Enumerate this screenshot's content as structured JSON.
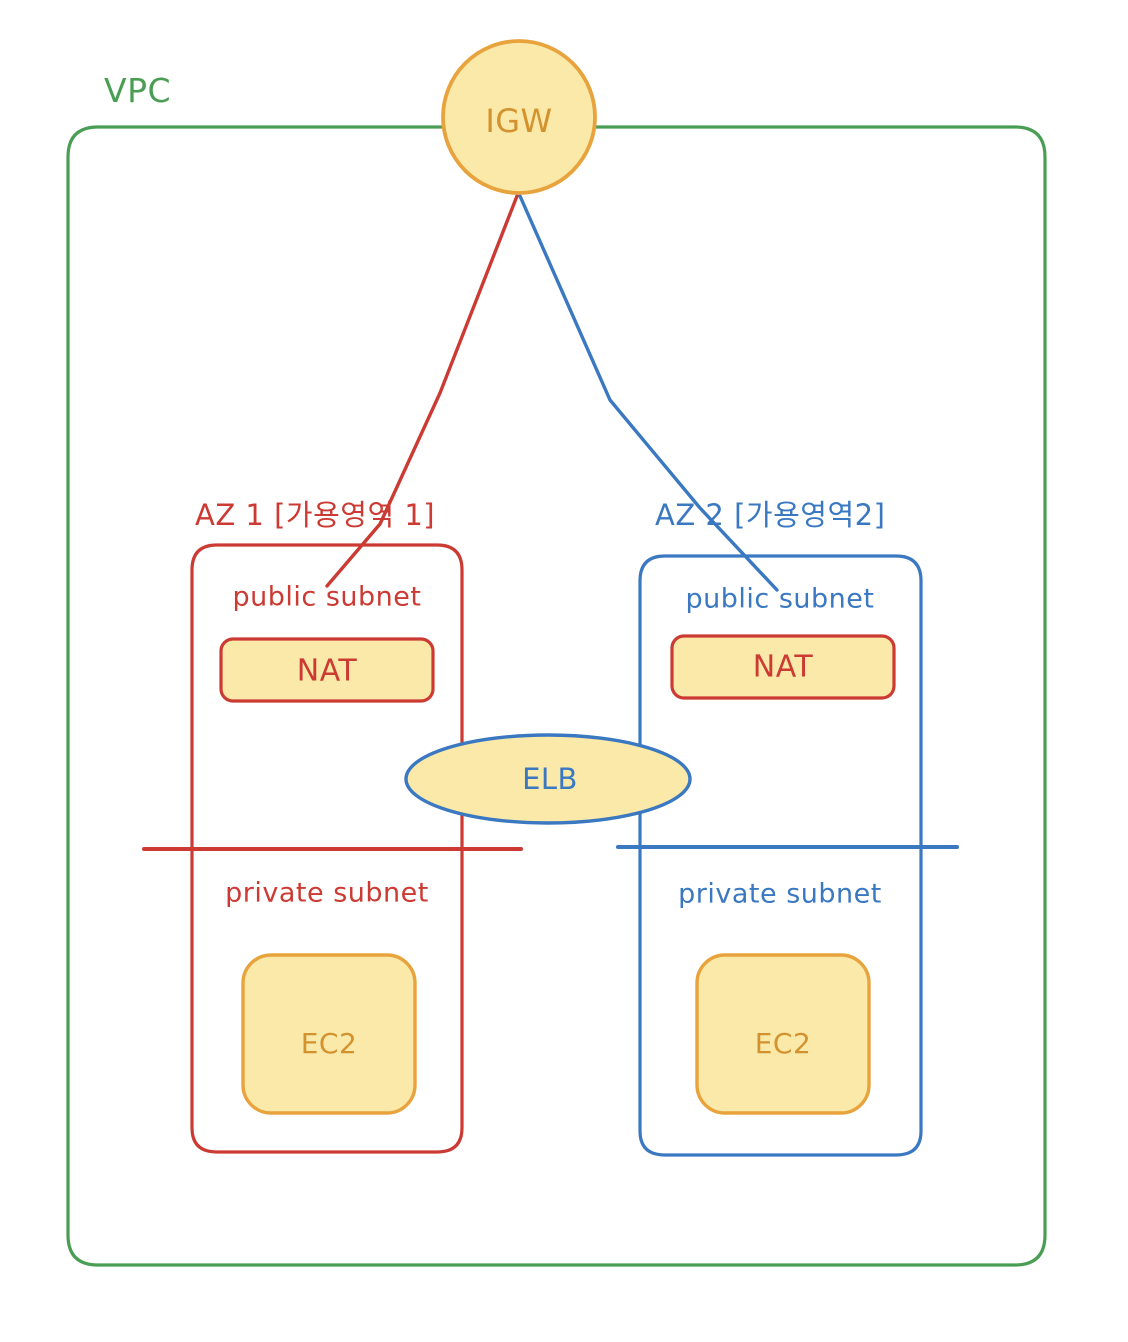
{
  "diagram": {
    "title": "AWS VPC multi-AZ architecture",
    "type": "architecture-diagram",
    "colors": {
      "vpc_green": "#4a9e54",
      "az1_red": "#cc3b33",
      "az2_blue": "#3a78c2",
      "node_fill": "#fae9a8",
      "node_orange": "#e8a33d",
      "background": "#ffffff"
    },
    "vpc": {
      "label": "VPC",
      "border_color": "#4a9e54"
    },
    "igw": {
      "label": "IGW",
      "shape": "circle",
      "fill": "#fae9a8",
      "stroke": "#e8a33d",
      "text_color": "#d4922f"
    },
    "elb": {
      "label": "ELB",
      "shape": "ellipse",
      "fill": "#fae9a8",
      "stroke": "#3a78c2",
      "text_color": "#3a78c2"
    },
    "zones": [
      {
        "id": "az1",
        "label": "AZ 1 [가용영역 1]",
        "color": "#cc3b33",
        "public_subnet_label": "public subnet",
        "private_subnet_label": "private subnet",
        "nat": {
          "label": "NAT",
          "fill": "#fae9a8",
          "stroke": "#cc3b33",
          "text_color": "#cc3b33"
        },
        "ec2": {
          "label": "EC2",
          "fill": "#fae9a8",
          "stroke": "#e8a33d",
          "text_color": "#d4922f"
        }
      },
      {
        "id": "az2",
        "label": "AZ 2 [가용영역2]",
        "color": "#3a78c2",
        "public_subnet_label": "public subnet",
        "private_subnet_label": "private subnet",
        "nat": {
          "label": "NAT",
          "fill": "#fae9a8",
          "stroke": "#cc3b33",
          "text_color": "#cc3b33"
        },
        "ec2": {
          "label": "EC2",
          "fill": "#fae9a8",
          "stroke": "#e8a33d",
          "text_color": "#d4922f"
        }
      }
    ],
    "connections": [
      {
        "from": "igw",
        "to": "az1-public-subnet",
        "color": "#cc3b33"
      },
      {
        "from": "igw",
        "to": "az2-public-subnet",
        "color": "#3a78c2"
      }
    ]
  }
}
